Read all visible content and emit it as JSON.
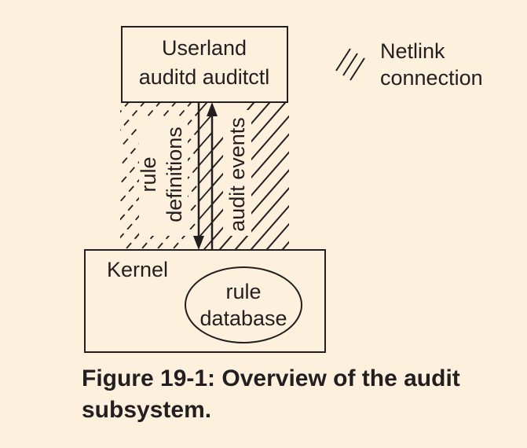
{
  "diagram": {
    "userland_box": {
      "line1": "Userland",
      "line2": "auditd auditctl"
    },
    "kernel_box": {
      "label": "Kernel"
    },
    "rule_database": {
      "line1": "rule",
      "line2": "database"
    },
    "rule_definitions_label": {
      "line1": "rule",
      "line2": "definitions"
    },
    "audit_events_label": "audit events",
    "legend": {
      "line1": "Netlink",
      "line2": "connection"
    },
    "colors": {
      "background": "#fdf1dd",
      "ink": "#231f20"
    }
  },
  "caption": "Figure 19-1: Overview of the audit subsystem."
}
